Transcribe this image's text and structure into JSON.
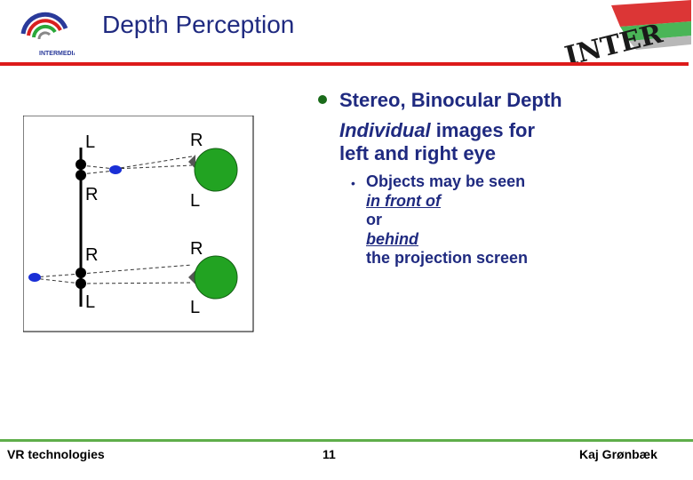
{
  "slide": {
    "title": "Depth Perception",
    "bullet": {
      "heading": "Stereo, Binocular Depth",
      "sub_italic": "Individual",
      "sub_rest_1": " images for",
      "sub_rest_2": "left and right eye"
    },
    "sub_bullet": {
      "line1": "Objects may be seen",
      "line2": "in front of",
      "line3": "or",
      "line4": "behind",
      "line5": "the projection screen"
    },
    "diagram": {
      "top": {
        "screen_upper_label": "L",
        "screen_lower_label": "R",
        "eye_upper_label": "R",
        "eye_lower_label": "L"
      },
      "bottom": {
        "screen_upper_label": "R",
        "screen_lower_label": "L",
        "eye_upper_label": "R",
        "eye_lower_label": "L"
      }
    },
    "footer": {
      "left": "VR technologies",
      "page": "11",
      "author": "Kaj Grønbæk"
    },
    "colors": {
      "title": "#1f2a80",
      "top_rule": "#dd1a1a",
      "bottom_rule": "#5fae4a",
      "eye": "#22a322",
      "object": "#1a2fd6"
    }
  }
}
